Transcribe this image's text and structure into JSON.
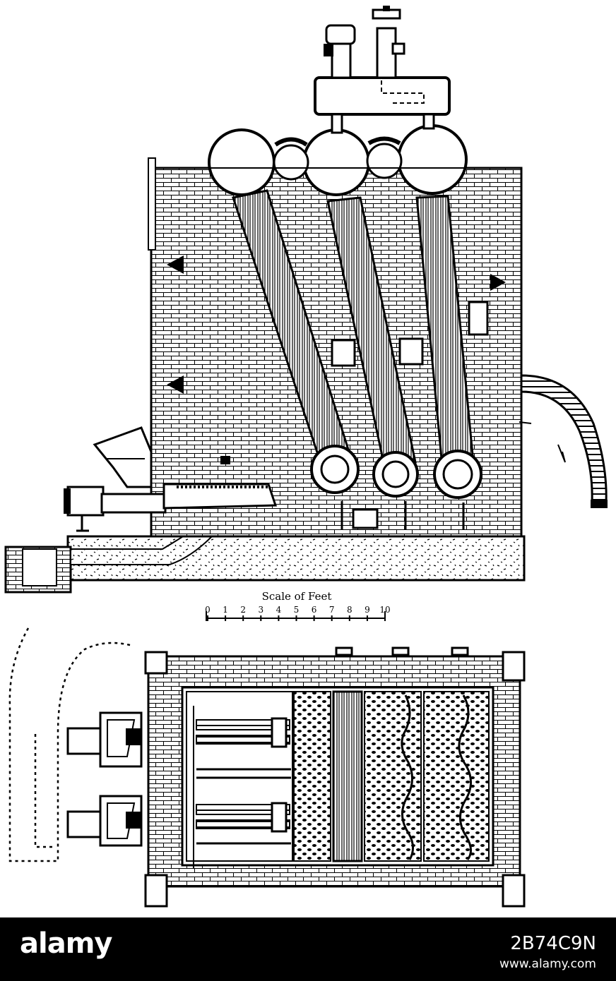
{
  "scale": {
    "title": "Scale of Feet",
    "ticks": [
      "0",
      "1",
      "2",
      "3",
      "4",
      "5",
      "6",
      "7",
      "8",
      "9",
      "10"
    ]
  },
  "watermark": {
    "logo": "alamy",
    "image_code": "2B74C9N",
    "url": "www.alamy.com"
  },
  "colors": {
    "ink": "#000000",
    "paper": "#ffffff",
    "footer": "#000000"
  }
}
